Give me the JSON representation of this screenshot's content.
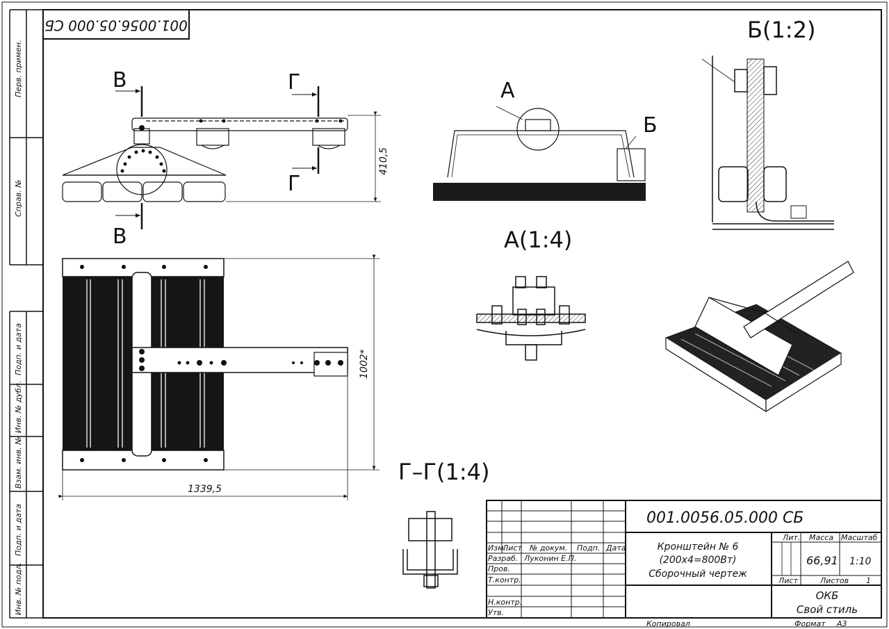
{
  "drawing_number": "001.0056.05.000 СБ",
  "drawing_number_rotated": "001.0056.05.000 СБ",
  "left_strip": {
    "perv_primen": "Перв. примен.",
    "sprav_no": "Справ. №",
    "podp_data_1": "Подп. и дата",
    "inv_dubl": "Инв. № дубл.",
    "vzam_inv": "Взам. инв. №",
    "podp_data_2": "Подп. и дата",
    "inv_podl": "Инв. № подл."
  },
  "section_markers": {
    "v": "В",
    "g": "Г",
    "a": "А",
    "b": "Б"
  },
  "view_titles": {
    "detail_b": "Б(1:2)",
    "detail_a": "А(1:4)",
    "section_gg": "Г–Г(1:4)"
  },
  "dimensions": {
    "height": "410,5",
    "length": "1002*",
    "width": "1339,5"
  },
  "title_block": {
    "col_izm": "Изм.",
    "col_list": "Лист",
    "col_doc": "№ докум.",
    "col_podp": "Подп.",
    "col_data": "Дата",
    "row_razrab": "Разраб.",
    "razrab_name": "Луконин Е.П.",
    "row_prov": "Пров.",
    "row_tkontr": "Т.контр.",
    "row_nkontr": "Н.контр.",
    "row_utv": "Утв.",
    "title_line1": "Кронштейн № 6",
    "title_line2": "(200х4=800Вт)",
    "title_line3": "Сборочный чертеж",
    "lit_label": "Лит.",
    "massa_label": "Масса",
    "masshtab_label": "Масштаб",
    "massa_value": "66,91",
    "masshtab_value": "1:10",
    "list_label": "Лист",
    "listov_label": "Листов",
    "listov_value": "1",
    "org_line1": "ОКБ",
    "org_line2": "Свой стиль"
  },
  "footer": {
    "kopiroval": "Копировал",
    "format_label": "Формат",
    "format_value": "А3"
  }
}
